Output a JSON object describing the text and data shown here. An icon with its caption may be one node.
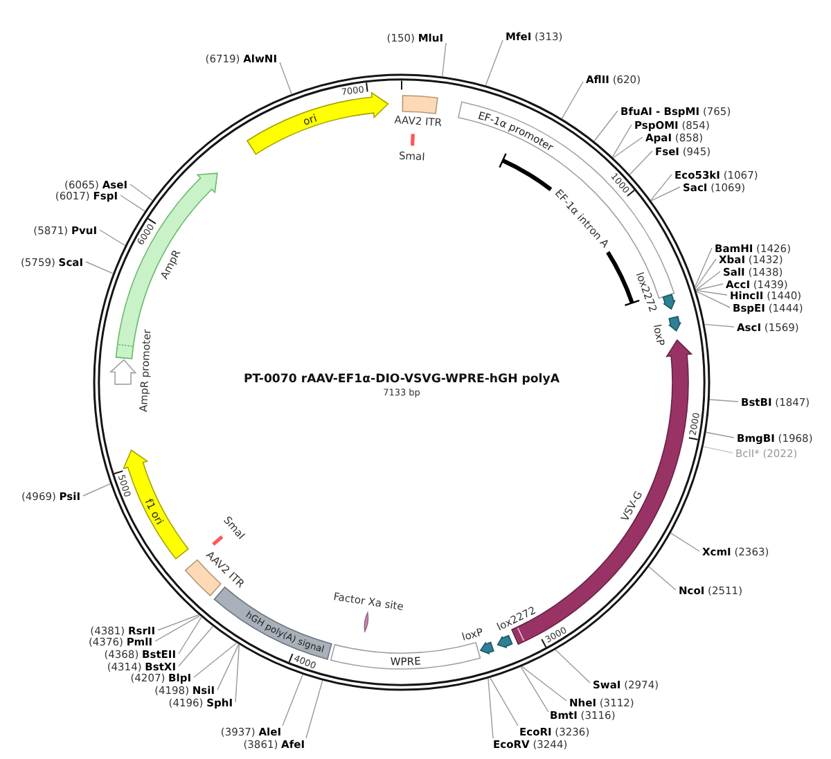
{
  "diagram": {
    "nodes": [
      {
        "text": [
          "PT-0070 rAAV-EF1α-DIO-VSVG-WPRE-hGH polyA",
          "7133 bp"
        ]
      },
      {
        "text": [
          "AAV2 ITR"
        ],
        "in": 0
      },
      {
        "text": [
          "SmaI"
        ],
        "in": 0
      },
      {
        "text": [
          "EF-1α promoter"
        ],
        "in": 0
      },
      {
        "text": [
          "EF-1α intron A"
        ],
        "in": 0
      },
      {
        "text": [
          "lox2272"
        ],
        "in": 0
      },
      {
        "text": [
          "loxP"
        ],
        "in": 0
      },
      {
        "text": [
          "VSV-G"
        ],
        "in": 0
      },
      {
        "text": [
          "lox2272"
        ],
        "in": 0
      },
      {
        "text": [
          "loxP"
        ],
        "in": 0
      },
      {
        "text": [
          "WPRE"
        ],
        "in": 0
      },
      {
        "text": [
          "Factor Xa site"
        ],
        "in": 0
      },
      {
        "text": [
          "hGH poly(A) signal"
        ],
        "in": 0
      },
      {
        "text": [
          "AAV2 ITR"
        ],
        "in": 0
      },
      {
        "text": [
          "SmaI"
        ],
        "in": 0
      },
      {
        "text": [
          "f1 ori"
        ],
        "in": 0
      },
      {
        "text": [
          "AmpR promoter"
        ],
        "in": 0
      },
      {
        "text": [
          "AmpR"
        ],
        "in": 0
      },
      {
        "text": [
          "ori"
        ],
        "in": 0
      },
      {
        "text": [
          "(150) **MluI**"
        ]
      },
      {
        "text": [
          "**MfeI** (313)"
        ]
      },
      {
        "text": [
          "**AflII** (620)"
        ]
      },
      {
        "text": [
          "**BfuAI - BspMI** (765)"
        ]
      },
      {
        "text": [
          "**PspOMI** (854)"
        ]
      },
      {
        "text": [
          "**ApaI** (858)"
        ]
      },
      {
        "text": [
          "**FseI** (945)"
        ]
      },
      {
        "text": [
          "**Eco53kI** (1067)"
        ]
      },
      {
        "text": [
          "**SacI** (1069)"
        ]
      },
      {
        "text": [
          "**BamHI** (1426)"
        ]
      },
      {
        "text": [
          "**XbaI** (1432)"
        ]
      },
      {
        "text": [
          "**SalI** (1438)"
        ]
      },
      {
        "text": [
          "**AccI** (1439)"
        ]
      },
      {
        "text": [
          "**HincII** (1440)"
        ]
      },
      {
        "text": [
          "**BspEI** (1444)"
        ]
      },
      {
        "text": [
          "**AscI** (1569)"
        ]
      },
      {
        "text": [
          "**BstBI** (1847)"
        ]
      },
      {
        "text": [
          "**BmgBI** (1968)"
        ]
      },
      {
        "text": [
          "BclI* (2022)"
        ]
      },
      {
        "text": [
          "**XcmI** (2363)"
        ]
      },
      {
        "text": [
          "**NcoI** (2511)"
        ]
      },
      {
        "text": [
          "**SwaI** (2974)"
        ]
      },
      {
        "text": [
          "**NheI** (3112)"
        ]
      },
      {
        "text": [
          "**BmtI** (3116)"
        ]
      },
      {
        "text": [
          "**EcoRI** (3236)"
        ]
      },
      {
        "text": [
          "**EcoRV** (3244)"
        ]
      },
      {
        "text": [
          "(3861) **AfeI**"
        ]
      },
      {
        "text": [
          "(3937) **AleI**"
        ]
      },
      {
        "text": [
          "(4196) **SphI**"
        ]
      },
      {
        "text": [
          "(4198) **NsiI**"
        ]
      },
      {
        "text": [
          "(4207) **BlpI**"
        ]
      },
      {
        "text": [
          "(4314) **BstXI**"
        ]
      },
      {
        "text": [
          "(4368) **BstEII**"
        ]
      },
      {
        "text": [
          "(4376) **PmlI**"
        ]
      },
      {
        "text": [
          "(4381) **RsrII**"
        ]
      },
      {
        "text": [
          "(4969) **PsiI**"
        ]
      },
      {
        "text": [
          "(5759) **ScaI**"
        ]
      },
      {
        "text": [
          "(5871) **PvuI**"
        ]
      },
      {
        "text": [
          "(6017) **FspI**"
        ]
      },
      {
        "text": [
          "(6065) **AseI**"
        ]
      },
      {
        "text": [
          "(6719) **AlwNI**"
        ]
      }
    ],
    "edges": [
      {
        "from": 19,
        "to": 0,
        "arrow": "none"
      },
      {
        "from": 20,
        "to": 0,
        "arrow": "none"
      },
      {
        "from": 21,
        "to": 0,
        "arrow": "none"
      },
      {
        "from": 22,
        "to": 0,
        "arrow": "none"
      },
      {
        "from": 23,
        "to": 0,
        "arrow": "none"
      },
      {
        "from": 24,
        "to": 0,
        "arrow": "none"
      },
      {
        "from": 25,
        "to": 0,
        "arrow": "none"
      },
      {
        "from": 26,
        "to": 0,
        "arrow": "none"
      },
      {
        "from": 27,
        "to": 0,
        "arrow": "none"
      },
      {
        "from": 28,
        "to": 0,
        "arrow": "none"
      },
      {
        "from": 29,
        "to": 0,
        "arrow": "none"
      },
      {
        "from": 30,
        "to": 0,
        "arrow": "none"
      },
      {
        "from": 31,
        "to": 0,
        "arrow": "none"
      },
      {
        "from": 32,
        "to": 0,
        "arrow": "none"
      },
      {
        "from": 33,
        "to": 0,
        "arrow": "none"
      },
      {
        "from": 34,
        "to": 0,
        "arrow": "none"
      },
      {
        "from": 35,
        "to": 0,
        "arrow": "none"
      },
      {
        "from": 36,
        "to": 0,
        "arrow": "none"
      },
      {
        "from": 37,
        "to": 0,
        "arrow": "none",
        "color": "#c8c8c8"
      },
      {
        "from": 38,
        "to": 0,
        "arrow": "none"
      },
      {
        "from": 39,
        "to": 0,
        "arrow": "none"
      },
      {
        "from": 40,
        "to": 0,
        "arrow": "none"
      },
      {
        "from": 41,
        "to": 0,
        "arrow": "none"
      },
      {
        "from": 42,
        "to": 0,
        "arrow": "none"
      },
      {
        "from": 43,
        "to": 0,
        "arrow": "none"
      },
      {
        "from": 44,
        "to": 0,
        "arrow": "none"
      },
      {
        "from": 45,
        "to": 0,
        "arrow": "none"
      },
      {
        "from": 46,
        "to": 0,
        "arrow": "none"
      },
      {
        "from": 47,
        "to": 0,
        "arrow": "none"
      },
      {
        "from": 48,
        "to": 0,
        "arrow": "none"
      },
      {
        "from": 49,
        "to": 0,
        "arrow": "none"
      },
      {
        "from": 50,
        "to": 0,
        "arrow": "none"
      },
      {
        "from": 51,
        "to": 0,
        "arrow": "none"
      },
      {
        "from": 52,
        "to": 0,
        "arrow": "none"
      },
      {
        "from": 53,
        "to": 0,
        "arrow": "none"
      },
      {
        "from": 54,
        "to": 0,
        "arrow": "none"
      },
      {
        "from": 55,
        "to": 0,
        "arrow": "none"
      },
      {
        "from": 56,
        "to": 0,
        "arrow": "none"
      },
      {
        "from": 57,
        "to": 0,
        "arrow": "none"
      },
      {
        "from": 58,
        "to": 0,
        "arrow": "none"
      },
      {
        "from": 59,
        "to": 0,
        "arrow": "none"
      }
    ],
    "labels": [
      "1000",
      "2000",
      "3000",
      "4000",
      "5000",
      "6000",
      "7000"
    ]
  }
}
